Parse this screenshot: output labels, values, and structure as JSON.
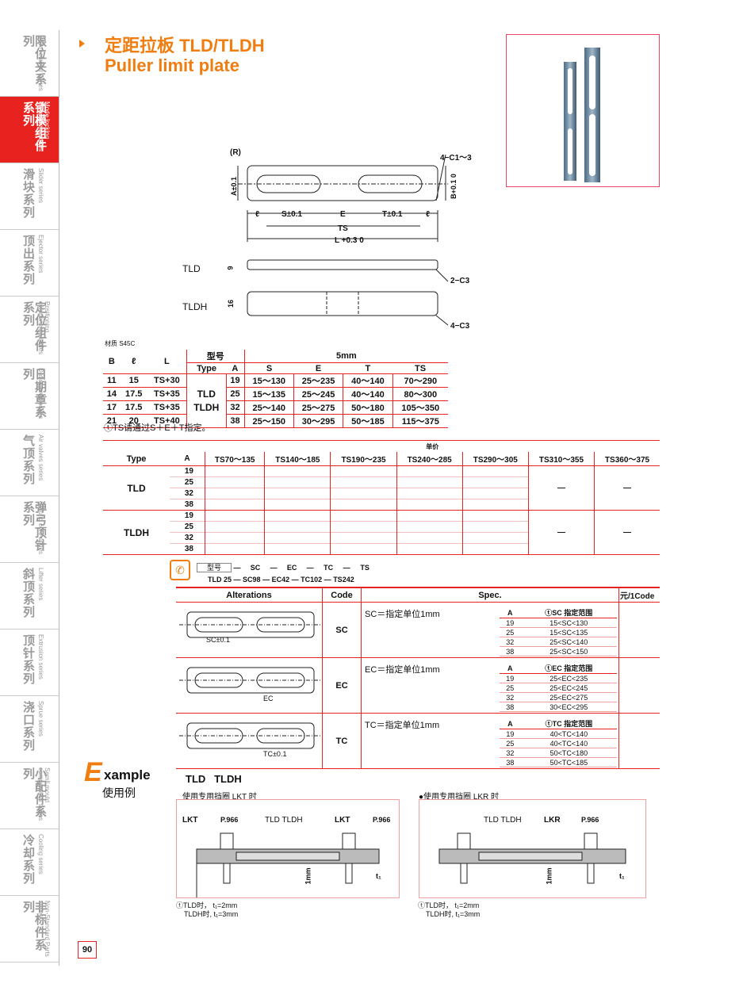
{
  "sidebar": [
    {
      "cn": "限位夹系列",
      "en": "Slide retainer series"
    },
    {
      "cn": "锁模组件系列",
      "en": "Mode locking component series",
      "active": true
    },
    {
      "cn": "滑块系列",
      "en": "Slider series"
    },
    {
      "cn": "顶出系列",
      "en": "Ejector series"
    },
    {
      "cn": "定位组件系列",
      "en": "Positioning components series"
    },
    {
      "cn": "日期章系列",
      "en": "Date stamp series"
    },
    {
      "cn": "气顶系列",
      "en": "Air valves series"
    },
    {
      "cn": "弹弓顶针系列",
      "en": "Sprung core series"
    },
    {
      "cn": "斜顶系列",
      "en": "Lifter series"
    },
    {
      "cn": "顶针系列",
      "en": "Extrusion series"
    },
    {
      "cn": "浇口系列",
      "en": "Sprue series"
    },
    {
      "cn": "小配件系列",
      "en": "Samll mould components series"
    },
    {
      "cn": "冷却系列",
      "en": "Cooling series"
    },
    {
      "cn": "非标件系列",
      "en": "Non-Standard Parts series"
    }
  ],
  "header": {
    "title_cn": "定距拉板 TLD/TLDH",
    "title_en": "Puller limit plate"
  },
  "drawing": {
    "r": "(R)",
    "c1": "4−C1～3",
    "a": "A±0.1",
    "b": "B+0.1 0",
    "l1": "ℓ",
    "s": "S±0.1",
    "e": "E",
    "t": "T±0.1",
    "l2": "ℓ",
    "ts": "TS",
    "L": "L +0.3 0",
    "tld": "TLD",
    "tldh": "TLDH",
    "h9": "9",
    "h16": "16",
    "c3a": "2−C3",
    "c3b": "4−C3"
  },
  "material": "材质 S45C",
  "dim_table": {
    "headers": {
      "b": "B",
      "l": "ℓ",
      "L": "L",
      "model_cn": "型号",
      "type": "Type",
      "a": "A",
      "unit": "5mm",
      "s": "S",
      "e": "E",
      "t": "T",
      "ts": "TS"
    },
    "rows": [
      {
        "b": "11",
        "l": "15",
        "L": "TS+30",
        "a": "19",
        "s": "15～130",
        "e": "25～235",
        "t": "40～140",
        "ts": "70～290"
      },
      {
        "b": "14",
        "l": "17.5",
        "L": "TS+35",
        "a": "25",
        "s": "15～135",
        "e": "25～245",
        "t": "40～140",
        "ts": "80～300"
      },
      {
        "b": "17",
        "l": "17.5",
        "L": "TS+35",
        "a": "32",
        "s": "25～140",
        "e": "25～275",
        "t": "50～180",
        "ts": "105～350"
      },
      {
        "b": "21",
        "l": "20",
        "L": "TS+40",
        "a": "38",
        "s": "25～150",
        "e": "30～295",
        "t": "50～185",
        "ts": "115～375"
      }
    ],
    "type_tld": "TLD",
    "type_tldh": "TLDH",
    "note": "ⓣTS请通过S＋E＋T指定。"
  },
  "price_table": {
    "unit_price": "单价",
    "type": "Type",
    "a": "A",
    "cols": [
      "TS70～135",
      "TS140～185",
      "TS190～235",
      "TS240～285",
      "TS290～305",
      "TS310～355",
      "TS360～375"
    ],
    "groups": [
      {
        "type": "TLD",
        "a": [
          "19",
          "25",
          "32",
          "38"
        ]
      },
      {
        "type": "TLDH",
        "a": [
          "19",
          "25",
          "32",
          "38"
        ]
      }
    ],
    "dash": "—"
  },
  "order": {
    "model_label": "型号",
    "sep": "—",
    "codes": [
      "SC",
      "EC",
      "TC",
      "TS"
    ],
    "example": [
      "TLD 25",
      "SC98",
      "EC42",
      "TC102",
      "TS242"
    ]
  },
  "alt_table": {
    "headers": {
      "alt": "Alterations",
      "code": "Code",
      "spec": "Spec.",
      "price": "元/1Code"
    },
    "rows": [
      {
        "code": "SC",
        "desc": "SC＝指定单位1mm",
        "label": "SC±0.1",
        "sub_head": [
          "A",
          "ⓣSC 指定范围"
        ],
        "sub": [
          [
            "19",
            "15<SC<130"
          ],
          [
            "25",
            "15<SC<135"
          ],
          [
            "32",
            "25<SC<140"
          ],
          [
            "38",
            "25<SC<150"
          ]
        ]
      },
      {
        "code": "EC",
        "desc": "EC＝指定单位1mm",
        "label": "EC",
        "sub_head": [
          "A",
          "ⓣEC 指定范围"
        ],
        "sub": [
          [
            "19",
            "25<EC<235"
          ],
          [
            "25",
            "25<EC<245"
          ],
          [
            "32",
            "25<EC<275"
          ],
          [
            "38",
            "30<EC<295"
          ]
        ]
      },
      {
        "code": "TC",
        "desc": "TC＝指定单位1mm",
        "label": "TC±0.1",
        "sub_head": [
          "A",
          "ⓣTC 指定范围"
        ],
        "sub": [
          [
            "19",
            "40<TC<140"
          ],
          [
            "25",
            "40<TC<140"
          ],
          [
            "32",
            "50<TC<180"
          ],
          [
            "38",
            "50<TC<185"
          ]
        ]
      }
    ]
  },
  "example": {
    "big": "E",
    "word": "xample",
    "cn": "使用例",
    "types": "TLD   TLDH",
    "left_caption": "使用专用挡圈 LKT 时",
    "right_caption": "●使用专用挡圈 LKR 时",
    "lkt1": "LKT",
    "p966": "P.966",
    "tldtldh": "TLD TLDH",
    "lkt2": "LKT",
    "lkr": "LKR",
    "mm": "1mm",
    "t1": "t₁",
    "note1": "ⓣTLD时，   t₁=2mm",
    "note2": "TLDH时, t₁=3mm"
  },
  "page": "90",
  "colors": {
    "accent": "#f07d10",
    "red": "#e8231f"
  }
}
